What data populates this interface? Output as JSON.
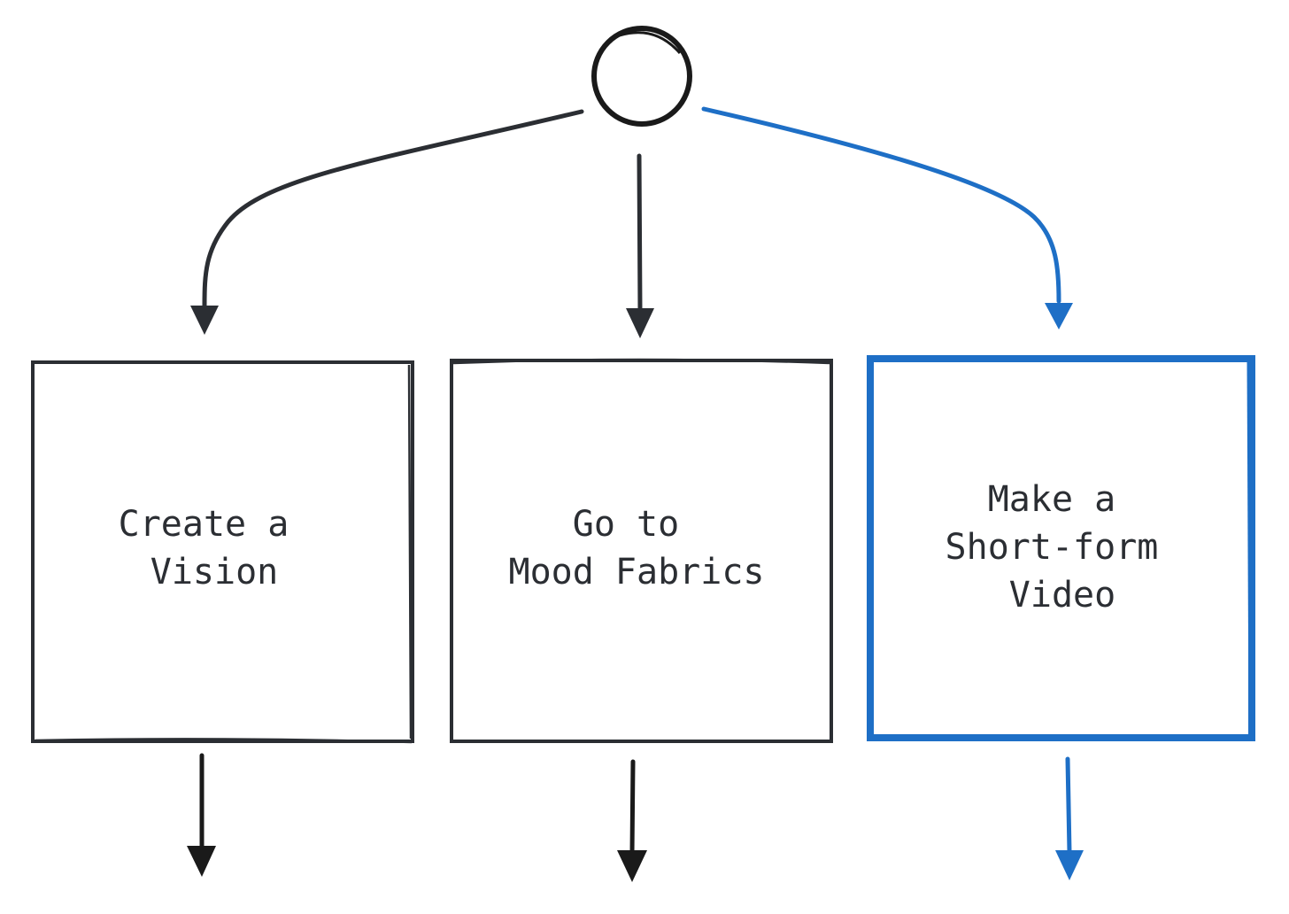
{
  "colors": {
    "ink": "#2b2e33",
    "ink_dark": "#1a1a1a",
    "accent": "#1e6fc6",
    "background": "#ffffff"
  },
  "start_node": {
    "shape": "circle"
  },
  "nodes": [
    {
      "id": "create-vision",
      "lines": [
        "Create a",
        "Vision"
      ],
      "highlighted": false
    },
    {
      "id": "mood-fabrics",
      "lines": [
        "Go to",
        "Mood Fabrics"
      ],
      "highlighted": false
    },
    {
      "id": "short-form-video",
      "lines": [
        "Make a",
        "Short-form",
        "Video"
      ],
      "highlighted": true
    }
  ]
}
